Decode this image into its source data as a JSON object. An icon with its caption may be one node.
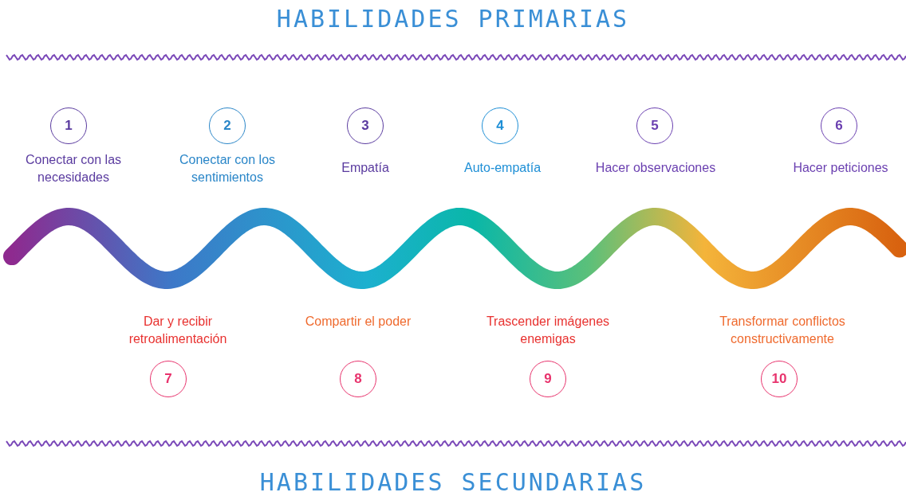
{
  "diagram": {
    "title": "HABILIDADES PRIMARIAS",
    "caption": "HABILIDADES SECUNDARIAS",
    "nodes": [
      {
        "text": [
          "1"
        ],
        "beside": [
          "Conectar con las necesidades"
        ]
      },
      {
        "text": [
          "2"
        ],
        "beside": [
          "Conectar con los sentimientos"
        ]
      },
      {
        "text": [
          "3"
        ],
        "beside": [
          "Empatía"
        ]
      },
      {
        "text": [
          "4"
        ],
        "beside": [
          "Auto-empatía"
        ]
      },
      {
        "text": [
          "5"
        ],
        "beside": [
          "Hacer observaciones"
        ]
      },
      {
        "text": [
          "6"
        ],
        "beside": [
          "Hacer peticiones"
        ]
      },
      {
        "text": [
          "7"
        ],
        "beside": [
          "Dar y recibir retroalimentación"
        ]
      },
      {
        "text": [
          "8"
        ],
        "beside": [
          "Compartir el poder"
        ]
      },
      {
        "text": [
          "9"
        ],
        "beside": [
          "Trascender imágenes enemigas"
        ]
      },
      {
        "text": [
          "10"
        ],
        "beside": [
          "Transformar conflictos constructivamente"
        ]
      }
    ]
  }
}
